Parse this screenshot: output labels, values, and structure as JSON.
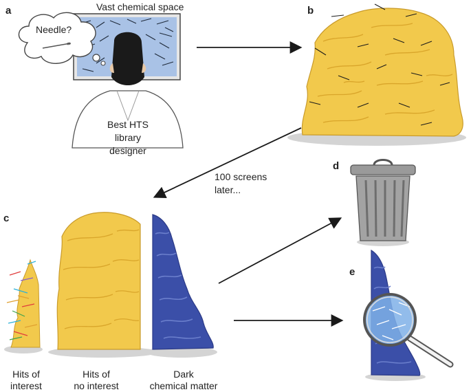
{
  "panels": {
    "a": {
      "letter": "a",
      "title": "Vast chemical space",
      "thought": "Needle?",
      "person_label_lines": [
        "Best HTS",
        "library",
        "designer"
      ]
    },
    "b": {
      "letter": "b"
    },
    "c": {
      "letter": "c",
      "labels": [
        {
          "lines": [
            "Hits of",
            "interest"
          ]
        },
        {
          "lines": [
            "Hits of",
            "no interest"
          ]
        },
        {
          "lines": [
            "Dark",
            "chemical matter"
          ]
        }
      ]
    },
    "d": {
      "letter": "d"
    },
    "e": {
      "letter": "e"
    }
  },
  "transition": {
    "lines": [
      "100 screens",
      "later..."
    ]
  },
  "colors": {
    "hay": "#f2c94c",
    "hay_light": "#f8dd7a",
    "hay_shadow": "#d9a52a",
    "dark_matter": "#3b4fa8",
    "dark_matter_light": "#6b7fcc",
    "screen": "#9fb8e0",
    "trash": "#8c8c8c",
    "lens": "#7fb0e8"
  },
  "icons": [
    "thought-bubble-icon",
    "needle-icon",
    "haystack-icon",
    "trash-can-icon",
    "magnifying-glass-icon"
  ]
}
